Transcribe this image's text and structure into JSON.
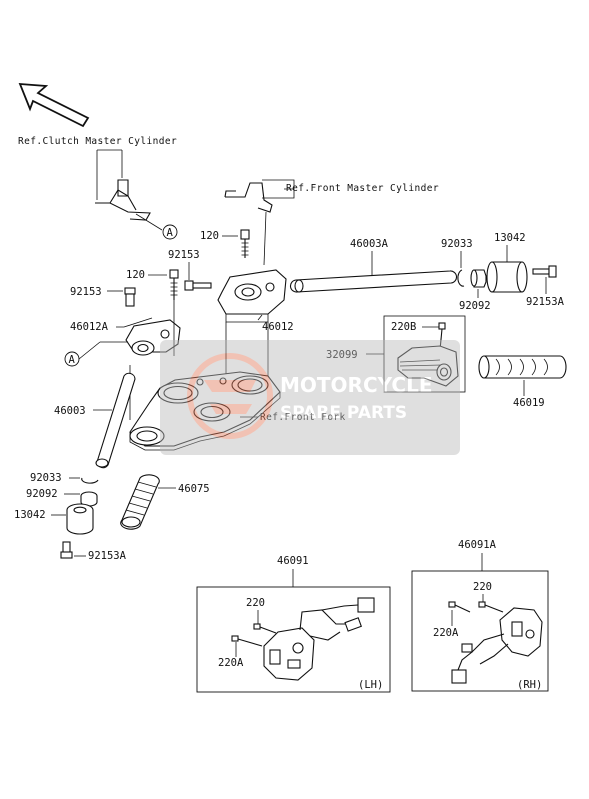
{
  "refs": {
    "clutch": "Ref.Clutch Master Cylinder",
    "front_master": "Ref.Front Master Cylinder",
    "front_fork": "Ref.Front Fork"
  },
  "callout": "A",
  "labels": {
    "p120_top": "120",
    "p92153_top": "92153",
    "p120_left": "120",
    "p92153_left": "92153",
    "p46012A": "46012A",
    "p46012": "46012",
    "p46003A": "46003A",
    "p92033_top": "92033",
    "p13042_top": "13042",
    "p92092_top": "92092",
    "p92153A_top": "92153A",
    "p220B": "220B",
    "p32099": "32099",
    "p46019": "46019",
    "p46003": "46003",
    "p92033_bot": "92033",
    "p92092_bot": "92092",
    "p13042_bot": "13042",
    "p92153A_bot": "92153A",
    "p46075": "46075",
    "p46091": "46091",
    "p46091A": "46091A",
    "p220_lh": "220",
    "p220A_lh": "220A",
    "p220_rh": "220",
    "p220A_rh": "220A"
  },
  "panels": {
    "lh": "(LH)",
    "rh": "(RH)"
  },
  "watermark": {
    "line1": "MOTORCYCLE",
    "line2": "SPARE PARTS"
  },
  "colors": {
    "ink": "#111111",
    "watermark_accent": "#e27a5a",
    "watermark_gray": "#9a9a9a"
  }
}
